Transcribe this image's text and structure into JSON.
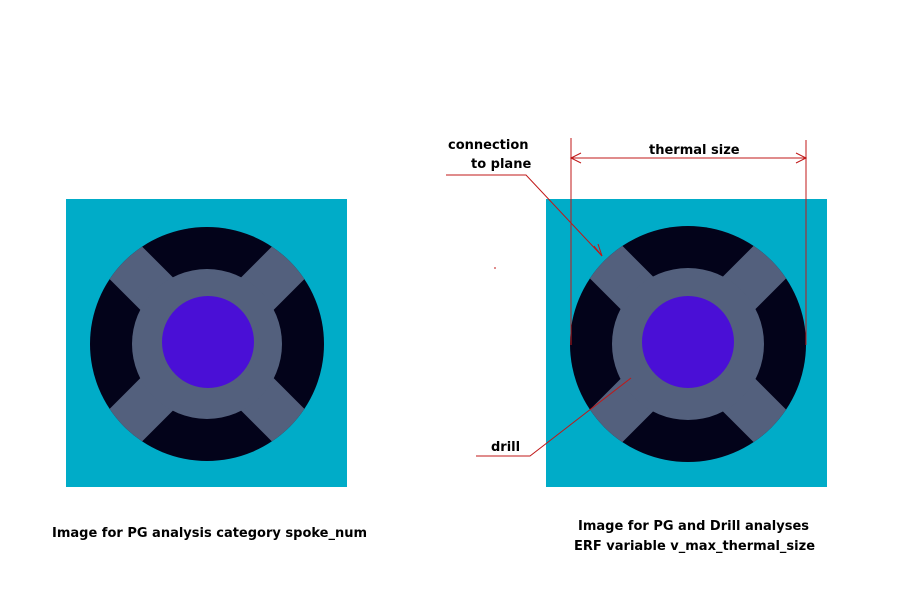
{
  "colors": {
    "background": "#ffffff",
    "plane": "#00acc8",
    "gap": "#03031a",
    "spoke": "#53607d",
    "drill": "#4a0fd6",
    "annotation": "#c01818",
    "text": "#000000"
  },
  "left_figure": {
    "caption": "Image for PG analysis category spoke_num"
  },
  "right_figure": {
    "caption_line1": "Image for PG and Drill analyses",
    "caption_line2": "ERF variable v_max_thermal_size",
    "label_connection_line1": "connection",
    "label_connection_line2": "to plane",
    "label_thermal": "thermal size",
    "label_drill": "drill"
  }
}
